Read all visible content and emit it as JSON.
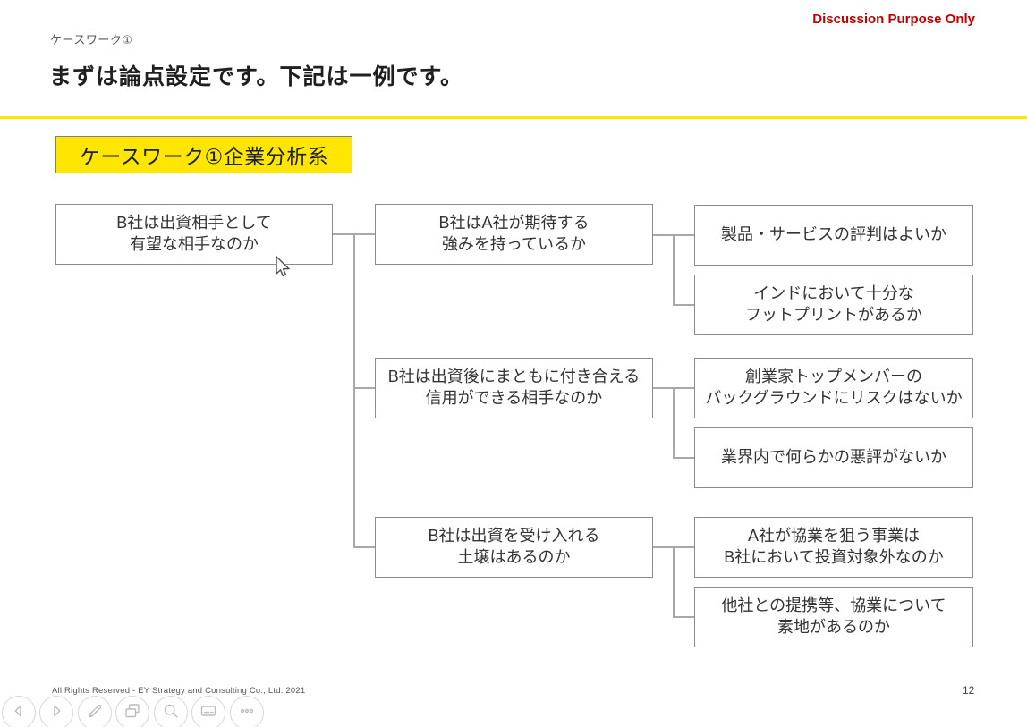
{
  "slide": {
    "eyebrow": "ケースワーク①",
    "title": "まずは論点設定です。下記は一例です。",
    "disclaimer": "Discussion Purpose Only",
    "category_label": "ケースワーク①企業分析系",
    "footer": "All Rights Reserved - EY Strategy and Consulting Co., Ltd.  2021",
    "page_number": "12"
  },
  "colors": {
    "accent_yellow": "#FFE600",
    "disclaimer_red": "#C00000",
    "box_border": "#8C8C8C",
    "connector_gray": "#A8A8A8"
  },
  "tree": {
    "root": {
      "text": "B社は出資相手として\n有望な相手なのか"
    },
    "level2": [
      {
        "text": "B社はA社が期待する\n強みを持っているか"
      },
      {
        "text": "B社は出資後にまともに付き合える\n信用ができる相手なのか"
      },
      {
        "text": "B社は出資を受け入れる\n土壌はあるのか"
      }
    ],
    "level3": [
      {
        "text": "製品・サービスの評判はよいか"
      },
      {
        "text": "インドにおいて十分な\nフットプリントがあるか"
      },
      {
        "text": "創業家トップメンバーの\nバックグラウンドにリスクはないか"
      },
      {
        "text": "業界内で何らかの悪評がないか"
      },
      {
        "text": "A社が協業を狙う事業は\nB社において投資対象外なのか"
      },
      {
        "text": "他社との提携等、協業について\n素地があるのか"
      }
    ]
  },
  "toolbar": {
    "buttons": [
      {
        "label": "previous slide"
      },
      {
        "label": "next slide"
      },
      {
        "label": "pen"
      },
      {
        "label": "see all slides"
      },
      {
        "label": "zoom"
      },
      {
        "label": "captions"
      },
      {
        "label": "more options"
      }
    ]
  }
}
